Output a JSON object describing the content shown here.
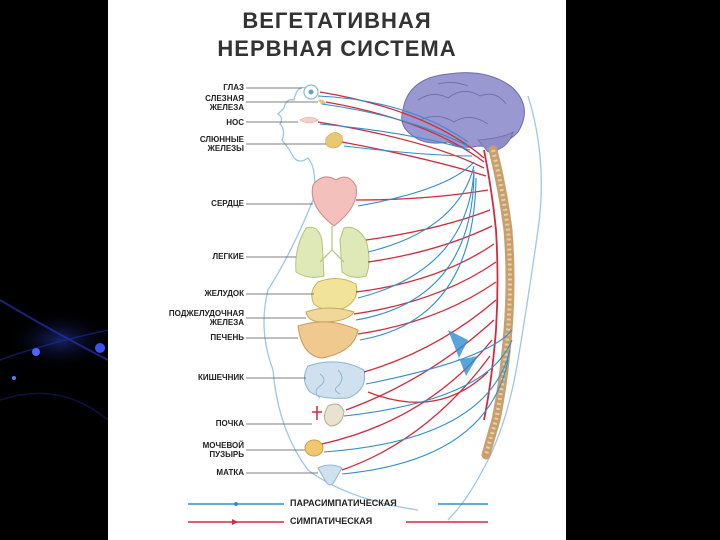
{
  "title": {
    "line1": "ВЕГЕТАТИВНАЯ",
    "line2": "НЕРВНАЯ СИСТЕМА"
  },
  "organs": [
    {
      "id": "eye",
      "label": "ГЛАЗ"
    },
    {
      "id": "lacrimal",
      "label": "СЛЕЗНАЯ\nЖЕЛЕЗА"
    },
    {
      "id": "nose",
      "label": "НОС"
    },
    {
      "id": "salivary",
      "label": "СЛЮННЫЕ\nЖЕЛЕЗЫ"
    },
    {
      "id": "heart",
      "label": "СЕРДЦЕ"
    },
    {
      "id": "lungs",
      "label": "ЛЕГКИЕ"
    },
    {
      "id": "stomach",
      "label": "ЖЕЛУДОК"
    },
    {
      "id": "pancreas",
      "label": "ПОДЖЕЛУДОЧНАЯ\nЖЕЛЕЗА"
    },
    {
      "id": "liver",
      "label": "ПЕЧЕНЬ"
    },
    {
      "id": "intestine",
      "label": "КИШЕЧНИК"
    },
    {
      "id": "kidney",
      "label": "ПОЧКА"
    },
    {
      "id": "bladder",
      "label": "МОЧЕВОЙ\nПУЗЫРЬ"
    },
    {
      "id": "uterus",
      "label": "МАТКА"
    }
  ],
  "legend": {
    "parasympathetic": "ПАРАСИМПАТИЧЕСКАЯ",
    "sympathetic": "СИМПАТИЧЕСКАЯ"
  },
  "colors": {
    "parasympathetic": "#2f8fd0",
    "sympathetic": "#d42a3a",
    "brain": "#9a98d0",
    "spine": "#c8a070"
  }
}
